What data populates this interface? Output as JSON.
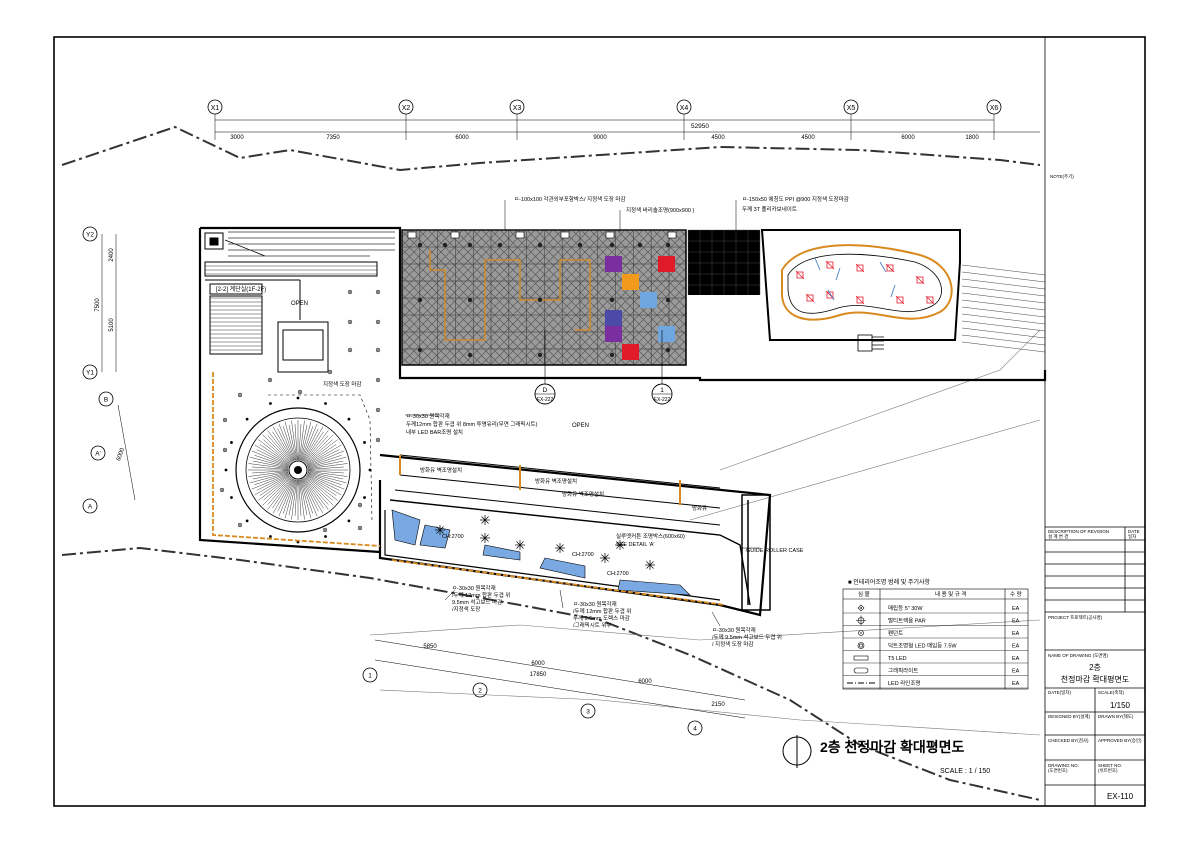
{
  "grid_top": {
    "labels": [
      "X1",
      "X2",
      "X3",
      "X4",
      "X5",
      "X6"
    ],
    "total": "52950",
    "spans": [
      "3000",
      "7350",
      "6000",
      "9000",
      "4500",
      "4500",
      "6000",
      "1800"
    ]
  },
  "grid_left": {
    "labels": [
      "Y2",
      "Y1",
      "B",
      "A'",
      "A"
    ],
    "total": "7500",
    "spans": [
      "2400",
      "5100",
      "6000"
    ]
  },
  "grid_bottom": {
    "labels": [
      "1",
      "2",
      "3",
      "4"
    ],
    "spans": [
      "5850",
      "6000",
      "6000",
      "2150"
    ],
    "total": "17850"
  },
  "sections": [
    {
      "id": "D",
      "ref": "EX-222"
    },
    {
      "id": "1",
      "ref": "EX-222"
    }
  ],
  "annotations": {
    "ceiling_frame": "ㅁ-100x100 각관외부포함박스/ 지정색 도장 마감",
    "ceiling_tile": "지정색 바리솔조명(900x900 )",
    "right_frame": "ㅁ-150x50 에칭도 PPI @900 지정색 도장마감",
    "right_frame_2": "두께 3T 폴리카보네이트",
    "stair": "[2-2] 계단실(1F-2F)",
    "open_1": "OPEN",
    "open_2": "OPEN",
    "ceiling_paint": "지정색 도장 마감",
    "note_block": [
      "ㅁ-30x30 원목각재",
      "두께12mm 합판 두겹 위 8mm 투명유리(무연 그래픽시트)",
      "내부 LED BAR조명 설치"
    ],
    "wall_1": "방화유 벽조명설치",
    "wall_2": "방화유 벽조명설치",
    "wall_3": "방화유 벽조명설치",
    "wall_4": "방화유",
    "detail_a": "실루엣커튼 조명박스(600x60)",
    "detail_a2": "SEE DETAIL 'A'",
    "ch": "CH:2700",
    "guide": "GUIDE ROLLER CASE",
    "bottom_note_1": [
      "ㅁ-30x30 원목각재",
      "/두께 12mm 합판 두겹 위",
      "9.5mm 석고보드 마감",
      "/지정색 도장"
    ],
    "bottom_note_2": [
      "ㅁ-30x30 원목각재",
      "/두께 12mm 합판 두겹 위",
      "두께 9.5mm 도렉스 마감",
      "/그래픽시트 위부"
    ],
    "bottom_note_3": [
      "ㅁ-30x30 원목각재",
      "/두께 9.5mm 석고보드 두겹 위",
      "/ 지정색 도장 마감"
    ]
  },
  "legend": {
    "title": "■ 인테리어조명 범례 및 주기사항",
    "headers": [
      "심 볼",
      "내 용 및 규 격",
      "수 량"
    ],
    "rows": [
      {
        "symbol": "diamond-dot",
        "text": "매립등 5\" 30W",
        "qty": "EA"
      },
      {
        "symbol": "cross-circle",
        "text": "멀티트랙용 PAR",
        "qty": "EA"
      },
      {
        "symbol": "circle-dot",
        "text": "펜던트",
        "qty": "EA"
      },
      {
        "symbol": "double-circle",
        "text": "덕트조명형 LED 매입등 7.5W",
        "qty": "EA"
      },
      {
        "symbol": "rect-bar",
        "text": "T5 LED",
        "qty": "EA"
      },
      {
        "symbol": "round-bar",
        "text": "그래픽라이트",
        "qty": "EA"
      },
      {
        "symbol": "dash-line",
        "text": "LED 라인조명",
        "qty": "EA"
      }
    ]
  },
  "title": {
    "main": "2층 천정마감 확대평면도",
    "scale": "SCALE : 1 / 150"
  },
  "title_block": {
    "note": "NOTE(주기)",
    "revision": "DESCRIPTION OF REVISION",
    "revision_kr": "설 계 변 경",
    "date": "DATE",
    "date_kr": "일자",
    "project": "PROJECT 프로젝트(공사명)",
    "name_of_drawing": "NAME OF DRAWING (도면명)",
    "drawing_title_1": "2층",
    "drawing_title_2": "천정마감 확대평면도",
    "date_label": "DATE(일자)",
    "scale_label": "SCALE(축척)",
    "scale_value": "1/150",
    "designed": "DESIGNED BY(설계)",
    "drawn": "DRAWN BY(제도)",
    "checked": "CHECKED BY(검사)",
    "approved": "APPROVED BY(승인)",
    "drawing_no": "DRAWING NO.",
    "drawing_no_kr": "(도면번호)",
    "sheet_no": "SHEET NO.",
    "sheet_no_kr": "(쉬트번호)",
    "sheet_value": "EX-110"
  },
  "colors": {
    "frame": "#000000",
    "orange": "#d98a1f",
    "tile_purple": "#7a2ea0",
    "tile_red": "#e21b2a",
    "tile_orange": "#f29a1c",
    "tile_blue": "#6ea7e0",
    "tile_indigo": "#4b4aa8",
    "glass_blue": "#79a8e2",
    "hatch_grey": "#8a8a8a",
    "black_tiles": "#000000"
  }
}
